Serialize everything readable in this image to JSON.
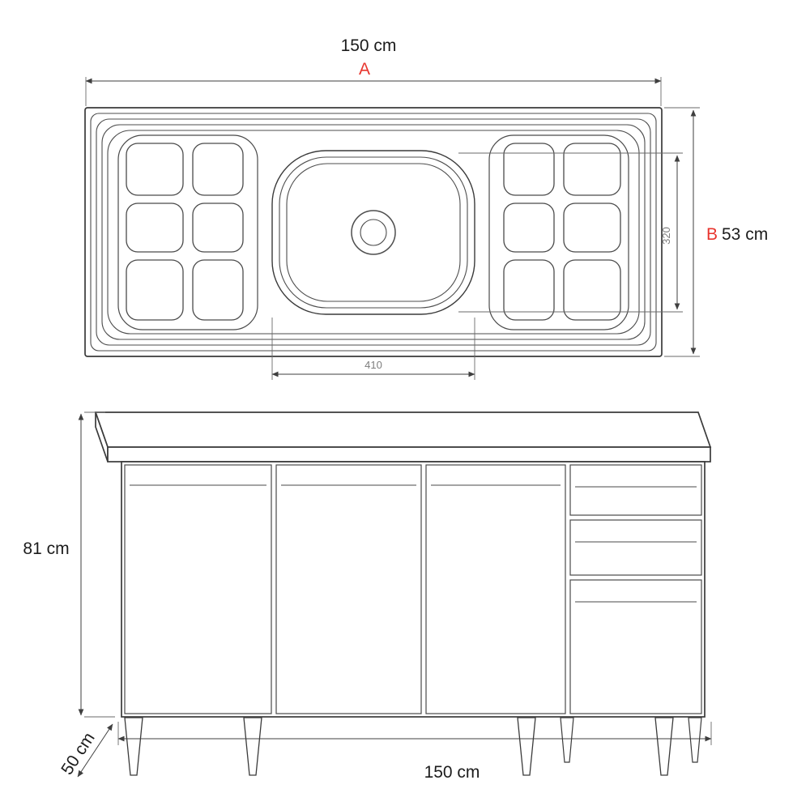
{
  "colors": {
    "line": "#3f3f3f",
    "accent_red": "#e8352e",
    "dim_small_text": "#7d7d7d",
    "text": "#1c1c1c",
    "background": "#ffffff"
  },
  "top_view": {
    "width_label": "150 cm",
    "width_letter": "A",
    "depth_letter": "B",
    "depth_label": "53 cm",
    "basin_width_label": "410",
    "basin_depth_label": "320"
  },
  "cabinet_view": {
    "height_label": "81 cm",
    "depth_label": "50 cm",
    "width_label": "150 cm"
  }
}
